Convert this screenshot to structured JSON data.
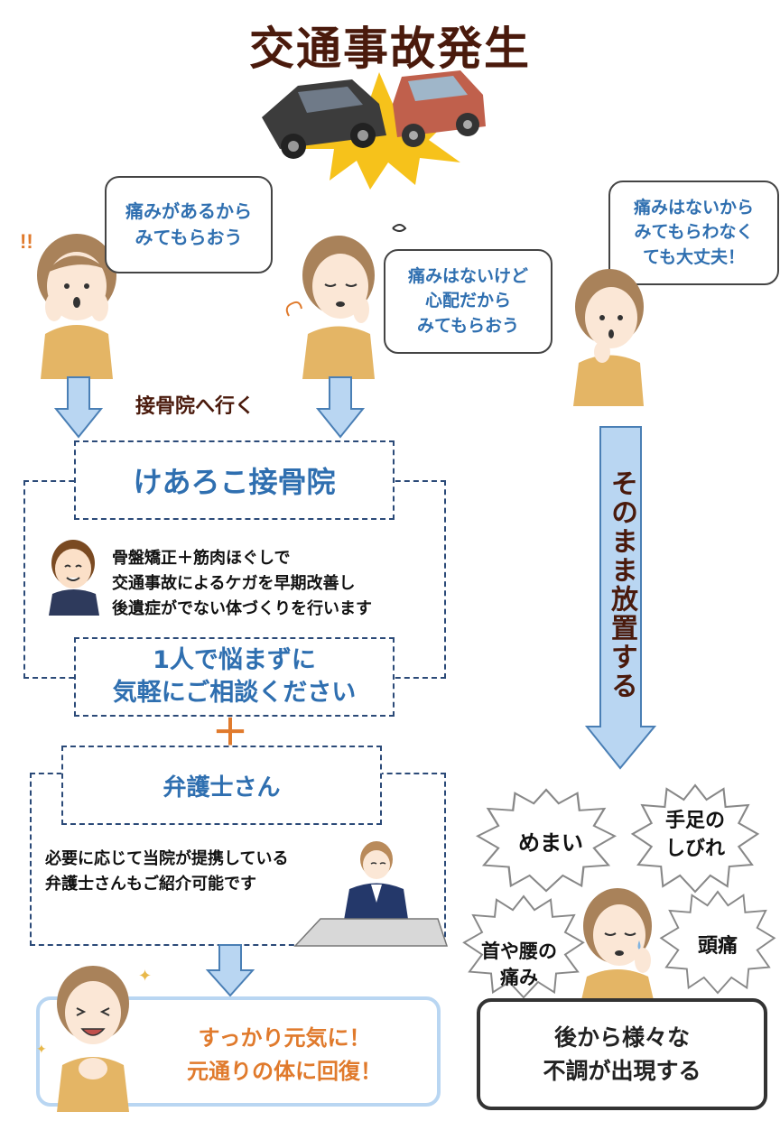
{
  "title": "交通事故発生",
  "bubbles": {
    "left": [
      "痛みがあるから",
      "みてもらおう"
    ],
    "middle": [
      "痛みはないけど",
      "心配だから",
      "みてもらおう"
    ],
    "right": [
      "痛みはないから",
      "みてもらわなく",
      "ても大丈夫！"
    ]
  },
  "go_label": "接骨院へ行く",
  "clinic": {
    "name": "けあろこ接骨院",
    "desc": [
      "骨盤矯正＋筋肉ほぐしで",
      "交通事故によるケガを早期改善し",
      "後遺症がでない体づくりを行います"
    ],
    "consult": [
      "1人で悩まずに",
      "気軽にご相談ください"
    ]
  },
  "plus": "＋",
  "lawyer": {
    "name": "弁護士さん",
    "desc": [
      "必要に応じて当院が提携している",
      "弁護士さんもご紹介可能です"
    ]
  },
  "result_good": [
    "すっかり元気に！",
    "元通りの体に回復！"
  ],
  "neglect_label": "そのまま放置する",
  "symptoms": {
    "dizzy": "めまい",
    "limbs": [
      "手足の",
      "しびれ"
    ],
    "neck": [
      "首や腰の",
      "痛み"
    ],
    "headache": "頭痛"
  },
  "result_bad": [
    "後から様々な",
    "不調が出現する"
  ],
  "colors": {
    "brown": "#4a1a0c",
    "blue": "#2f6fb0",
    "orange": "#e07a2c",
    "arrow": "#b9d6f2",
    "arrow_edge": "#4a7fb5"
  }
}
